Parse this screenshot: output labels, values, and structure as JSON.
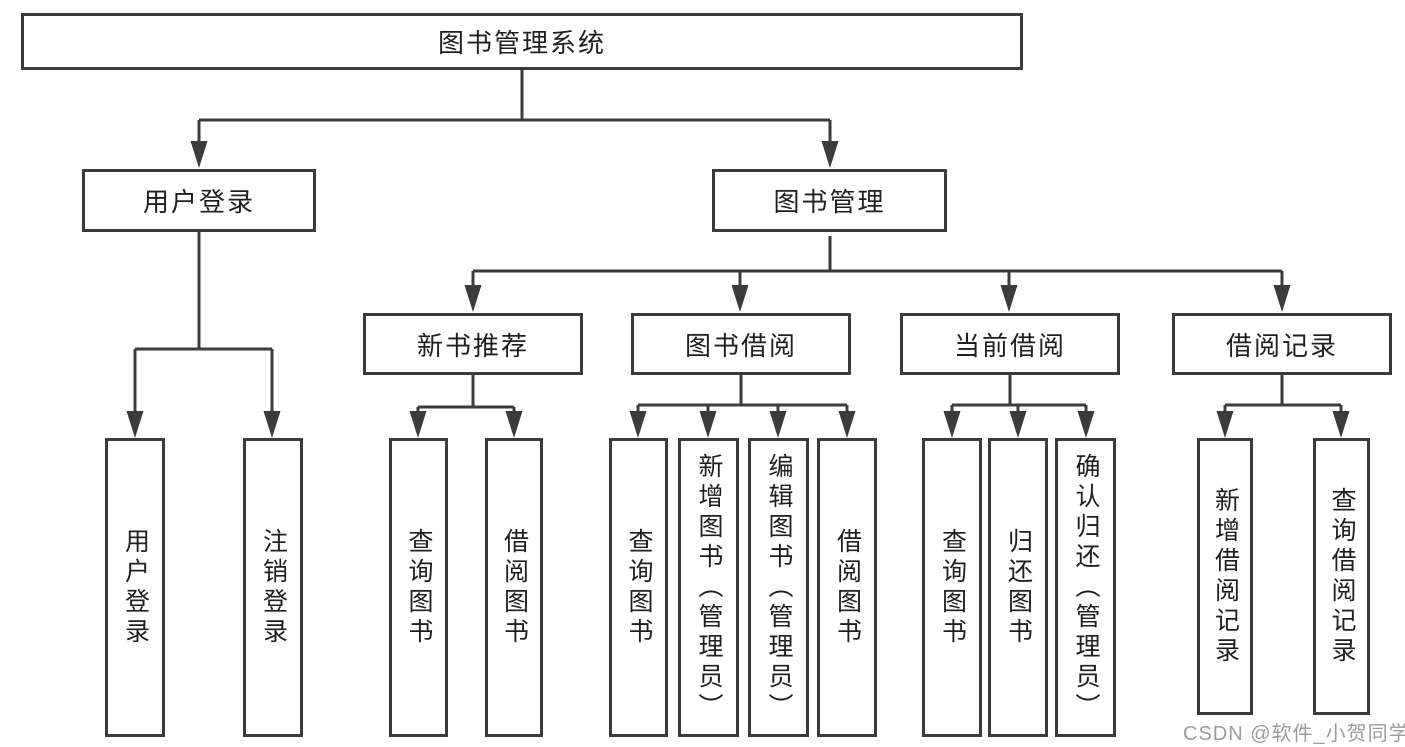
{
  "diagram": {
    "title_node": {
      "label": "图书管理系统"
    },
    "level2": {
      "user_login": {
        "label": "用户登录"
      },
      "book_mgmt": {
        "label": "图书管理"
      }
    },
    "level3": {
      "new_book_rec": {
        "label": "新书推荐"
      },
      "book_borrow": {
        "label": "图书借阅"
      },
      "current_borrow": {
        "label": "当前借阅"
      },
      "borrow_records": {
        "label": "借阅记录"
      }
    },
    "leaves": {
      "user_login": {
        "label": "用户登录"
      },
      "logout": {
        "label": "注销登录"
      },
      "query_books_1": {
        "label": "查询图书"
      },
      "borrow_books_1": {
        "label": "借阅图书"
      },
      "query_books_2": {
        "label": "查询图书"
      },
      "add_book": {
        "label": "新增图书（管理员）"
      },
      "edit_book": {
        "label": "编辑图书（管理员）"
      },
      "borrow_books_2": {
        "label": "借阅图书"
      },
      "query_books_3": {
        "label": "查询图书"
      },
      "return_book": {
        "label": "归还图书"
      },
      "confirm_return": {
        "label": "确认归还（管理员）"
      },
      "add_record": {
        "label": "新增借阅记录"
      },
      "query_record": {
        "label": "查询借阅记录"
      }
    },
    "colors": {
      "line": "#3b3b3b",
      "text": "#1f1f1f",
      "background": "#ffffff",
      "watermark": "#9c9ca0"
    }
  },
  "watermark": {
    "text": "CSDN @软件_小贺同学"
  }
}
